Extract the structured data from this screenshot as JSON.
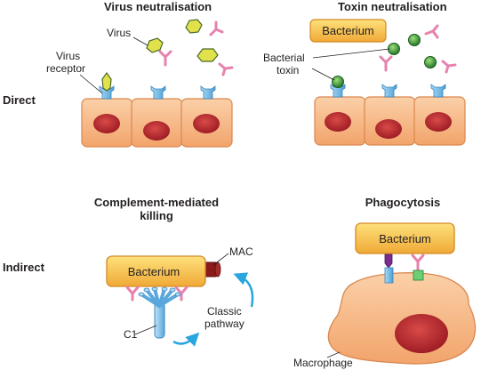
{
  "panels": {
    "virus": {
      "title": "Virus neutralisation",
      "virus_label": "Virus",
      "receptor_label_1": "Virus",
      "receptor_label_2": "receptor"
    },
    "toxin": {
      "title": "Toxin neutralisation",
      "bacterium_label": "Bacterium",
      "toxin_label_1": "Bacterial",
      "toxin_label_2": "toxin"
    },
    "complement": {
      "title_1": "Complement-mediated",
      "title_2": "killing",
      "bacterium_label": "Bacterium",
      "mac_label": "MAC",
      "c1_label": "C1",
      "pathway_label_1": "Classic",
      "pathway_label_2": "pathway"
    },
    "phagocytosis": {
      "title": "Phagocytosis",
      "bacterium_label": "Bacterium",
      "macrophage_label": "Macrophage"
    }
  },
  "rows": {
    "direct": "Direct",
    "indirect": "Indirect"
  },
  "colors": {
    "cell_fill": "#f6b98a",
    "cell_stroke": "#d9874f",
    "nucleus": "#b8282e",
    "bacterium_fill": "#f7c34d",
    "antibody": "#e782ad",
    "receptor": "#6fb6e3",
    "virus": "#e1e14b",
    "toxin": "#43a047",
    "mac": "#8b1a1a",
    "arrow": "#2aa6df"
  }
}
